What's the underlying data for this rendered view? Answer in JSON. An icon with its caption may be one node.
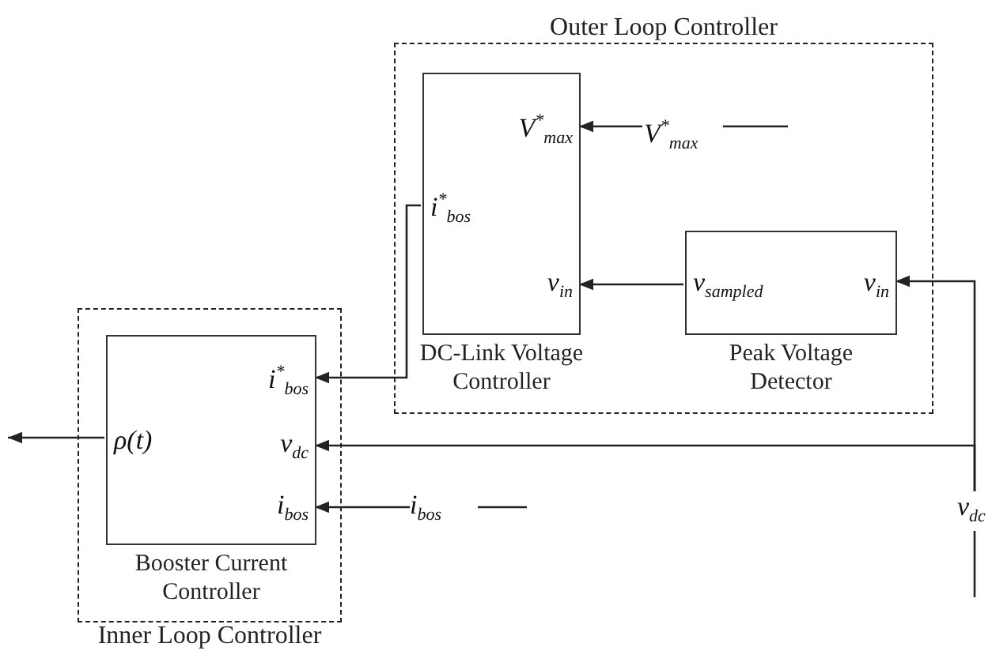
{
  "diagram": {
    "nodes": [
      {
        "text": [
          "Outer Loop Controller"
        ]
      },
      {
        "text": [
          "V$^{*}$$_{max}$",
          "i$^{*}$$_{bos}$",
          "v$_{in}$",
          "DC-Link Voltage Controller"
        ],
        "in": 0
      },
      {
        "text": [
          "v$_{sampled}$",
          "v$_{in}$",
          "Peak Voltage Detector"
        ],
        "in": 0
      },
      {
        "text": [
          "Inner Loop Controller"
        ]
      },
      {
        "text": [
          "i$^{*}$$_{bos}$",
          "ρ(t)",
          "v$_{dc}$",
          "i$_{bos}$",
          "Booster Current Controller"
        ],
        "in": 3
      },
      {
        "text": [
          "V$^{*}$$_{max}$"
        ],
        "in": 0
      },
      {
        "text": [
          "i$_{bos}$"
        ]
      },
      {
        "text": [
          "v$_{dc}$"
        ]
      }
    ],
    "edges": [
      {
        "from": 5,
        "to": 1,
        "arrow": "to"
      },
      {
        "from": 2,
        "to": 1,
        "arrow": "to"
      },
      {
        "from": 7,
        "to": 2,
        "arrow": "to"
      },
      {
        "from": 1,
        "to": 4,
        "arrow": "to"
      },
      {
        "from": 7,
        "to": 4,
        "arrow": "to"
      },
      {
        "from": 6,
        "to": 4,
        "arrow": "to"
      },
      {
        "from": 4,
        "to": null,
        "arrow": "to"
      }
    ]
  }
}
